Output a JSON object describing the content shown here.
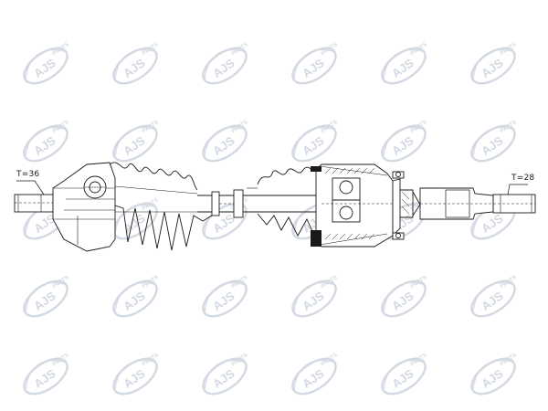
{
  "watermark": {
    "brand_text": "AJS",
    "sub_text": "PARTS",
    "logo_color": "#c5ccd9",
    "rows": 5,
    "cols": 6
  },
  "drawing": {
    "subject": "CV drive shaft assembly (line drawing)",
    "line_color": "#1a1a1a",
    "splines": {
      "left_label": "T=36",
      "right_label": "T=28"
    }
  }
}
